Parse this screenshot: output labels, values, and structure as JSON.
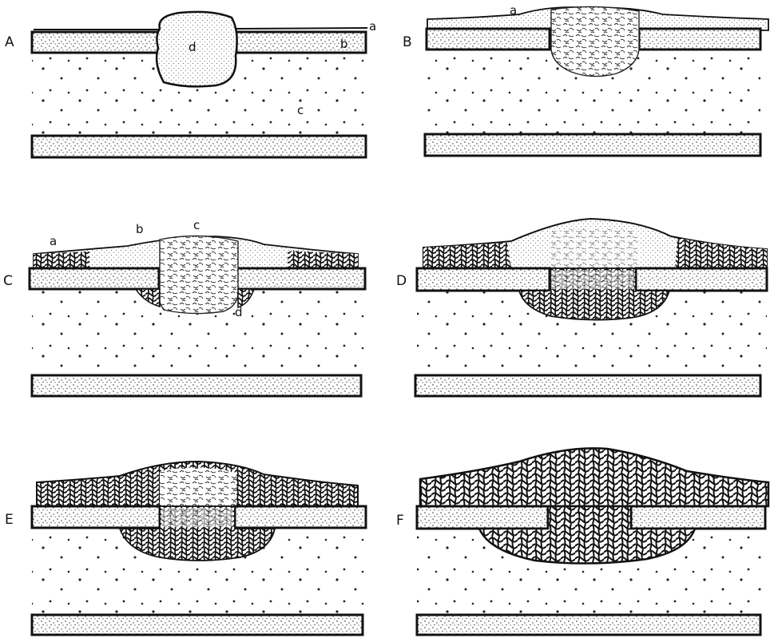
{
  "figure": {
    "panels": [
      {
        "letter": "A",
        "labels": [
          "a",
          "b",
          "c",
          "d"
        ]
      },
      {
        "letter": "B",
        "labels": [
          "a"
        ]
      },
      {
        "letter": "C",
        "labels": [
          "a",
          "b",
          "c",
          "d"
        ]
      },
      {
        "letter": "D",
        "labels": []
      },
      {
        "letter": "E",
        "labels": []
      },
      {
        "letter": "F",
        "labels": []
      }
    ],
    "colors": {
      "ink": "#111111",
      "paper": "#ffffff",
      "stipple": "#333333"
    }
  }
}
